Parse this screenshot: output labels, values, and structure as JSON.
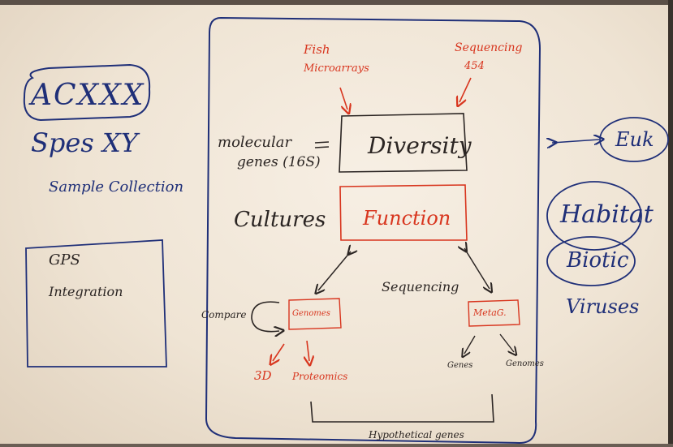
{
  "left_panel": {
    "acxxx": "ACXXX",
    "spec_xy": "Spes XY",
    "sample_collection": "Sample Collection",
    "gps": "GPS",
    "integration": "Integration"
  },
  "center": {
    "fish_microarrays_1": "Fish",
    "fish_microarrays_2": "Microarrays",
    "sequencing_454_1": "Sequencing",
    "sequencing_454_2": "454",
    "molecular_genes_1": "molecular",
    "molecular_genes_2": "genes (16S)",
    "diversity": "Diversity",
    "cultures": "Cultures",
    "function": "Function",
    "sequencing": "Sequencing",
    "compare": "Compare",
    "genomes": "Genomes",
    "metag": "MetaG.",
    "three_d": "3D",
    "proteomics": "Proteomics",
    "genes": "Genes",
    "genomes_small": "Genomes",
    "hypothetical_genes": "Hypothetical genes"
  },
  "right_panel": {
    "euk": "Euk",
    "habitat": "Habitat",
    "biotic": "Biotic",
    "viruses": "Viruses"
  },
  "colors": {
    "blue_marker": "#1f2f78",
    "black_marker": "#2b2523",
    "red_marker": "#d8351e",
    "board": "#f3ebe0"
  }
}
